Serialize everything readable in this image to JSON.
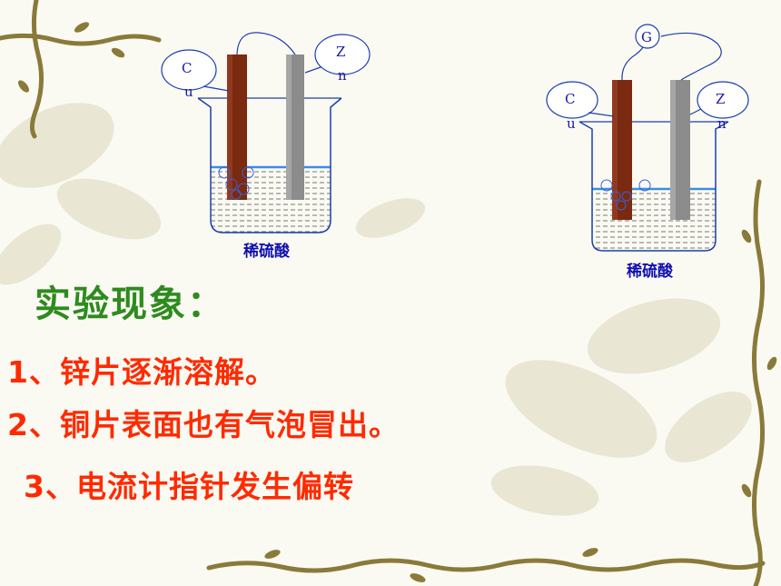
{
  "setup_left": {
    "electrode_cu": {
      "line1": "C",
      "line2": "u"
    },
    "electrode_zn": {
      "line1": "Z",
      "line2": "n"
    },
    "solution": "稀硫酸"
  },
  "setup_right": {
    "galvanometer": "G",
    "electrode_cu": {
      "line1": "C",
      "line2": "u"
    },
    "electrode_zn": {
      "line1": "Z",
      "line2": "n"
    },
    "solution": "稀硫酸"
  },
  "observations": {
    "heading": "实验现象：",
    "items": [
      "1、锌片逐渐溶解。",
      "2、铜片表面也有气泡冒出。",
      "3、电流计指针发生偏转"
    ]
  },
  "colors": {
    "heading": "#2e8b1f",
    "observation_text": "#ff2a00",
    "copper": "#7a2a10",
    "zinc": "#8c8c8c",
    "water_line": "#3a8ee6",
    "label_blue": "#1a1aa6"
  }
}
